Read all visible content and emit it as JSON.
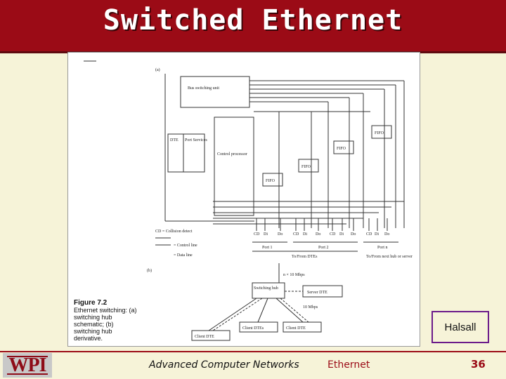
{
  "slide": {
    "title": "Switched Ethernet",
    "credit": "Halsall",
    "footer_course": "Advanced Computer Networks",
    "footer_topic": "Ethernet",
    "page_number": "36",
    "logo_text": "WPI"
  },
  "figure": {
    "part_a": "(a)",
    "part_b": "(b)",
    "caption_title": "Figure 7.2",
    "caption_body": "Ethernet switching: (a) switching hub schematic; (b) switching hub derivative.",
    "switching_unit": "Bus switching unit",
    "dte": "DTE",
    "port_services": "Port Services",
    "control_processor": "Control processor",
    "fifo": "FIFO",
    "legend_cd": "CD = Collision detect",
    "legend_control": "= Control line",
    "legend_data": "= Data line",
    "port_headers": [
      "CD",
      "Di",
      "Do",
      "CD",
      "Di",
      "Do",
      "CD",
      "Di",
      "Do",
      "CD",
      "Di",
      "Do"
    ],
    "port1": "Port 1",
    "port2": "Port 2",
    "portn": "Port n",
    "to_from_dtes": "To/From DTEs",
    "to_from_hub": "To/From next hub or server",
    "mbps_n": "n × 10 Mbps",
    "mbps_10": "10 Mbps",
    "switching_hub": "Switching hub",
    "server_dte": "Server DTE",
    "client_dte": "Client DTE",
    "client_dtes": "Client DTEs"
  },
  "colors": {
    "title_bar": "#9b0b16",
    "background": "#f6f3d8",
    "credit_border": "#6b1a8a"
  }
}
